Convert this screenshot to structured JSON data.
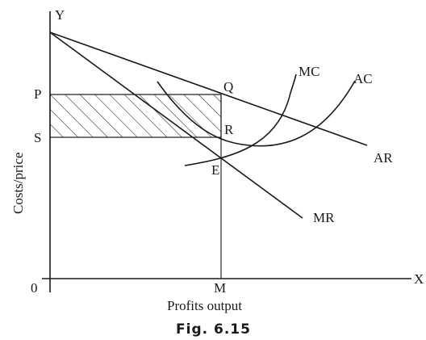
{
  "figure": {
    "caption": "Fig. 6.15",
    "y_axis_title": "Costs/price",
    "x_axis_title": "Profits output"
  },
  "points": {
    "y_axis": "Y",
    "x_axis": "X",
    "origin": "0",
    "p": "P",
    "s": "S",
    "q": "Q",
    "r": "R",
    "e": "E",
    "m": "M"
  },
  "curves": {
    "ar": "AR",
    "mr": "MR",
    "mc": "MC",
    "ac": "AC"
  },
  "colors": {
    "ink": "#1a1a1a",
    "background": "#ffffff"
  }
}
